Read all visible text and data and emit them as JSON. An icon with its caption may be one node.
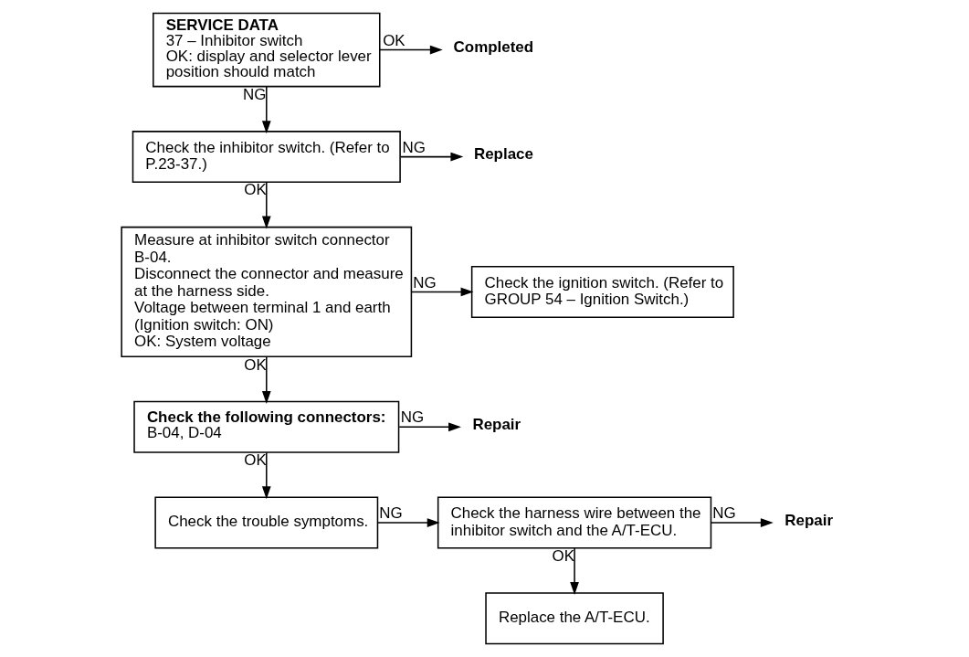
{
  "diagram": {
    "nodes": [
      {
        "text": [
          "SERVICE DATA",
          "37 – Inhibitor switch",
          "OK: display and selector lever position should match"
        ]
      },
      {
        "text": [
          "Completed"
        ]
      },
      {
        "text": [
          "Check the inhibitor switch. (Refer to P.23-37.)"
        ]
      },
      {
        "text": [
          "Replace"
        ]
      },
      {
        "text": [
          "Measure at inhibitor switch connector B-04.",
          "Disconnect the connector and measure at the harness side.",
          "Voltage between terminal 1 and earth (Ignition switch: ON)",
          "OK: System voltage"
        ]
      },
      {
        "text": [
          "Check the ignition switch. (Refer to GROUP 54 – Ignition Switch.)"
        ]
      },
      {
        "text": [
          "Check the following connectors:",
          "B-04, D-04"
        ]
      },
      {
        "text": [
          "Repair"
        ]
      },
      {
        "text": [
          "Check the trouble symptoms."
        ]
      },
      {
        "text": [
          "Check the harness wire between the inhibitor switch and the A/T-ECU."
        ]
      },
      {
        "text": [
          "Repair"
        ]
      },
      {
        "text": [
          "Replace the A/T-ECU."
        ]
      }
    ],
    "edges": [
      {
        "from": 0,
        "to": 1,
        "arrow": "to",
        "label": "OK"
      },
      {
        "from": 0,
        "to": 2,
        "arrow": "to",
        "label": "NG"
      },
      {
        "from": 2,
        "to": 3,
        "arrow": "to",
        "label": "NG"
      },
      {
        "from": 2,
        "to": 4,
        "arrow": "to",
        "label": "OK"
      },
      {
        "from": 4,
        "to": 5,
        "arrow": "to",
        "label": "NG"
      },
      {
        "from": 4,
        "to": 6,
        "arrow": "to",
        "label": "OK"
      },
      {
        "from": 6,
        "to": 7,
        "arrow": "to",
        "label": "NG"
      },
      {
        "from": 6,
        "to": 8,
        "arrow": "to",
        "label": "OK"
      },
      {
        "from": 8,
        "to": 9,
        "arrow": "to",
        "label": "NG"
      },
      {
        "from": 9,
        "to": 10,
        "arrow": "to",
        "label": "NG"
      },
      {
        "from": 9,
        "to": 11,
        "arrow": "to",
        "label": "OK"
      }
    ]
  }
}
